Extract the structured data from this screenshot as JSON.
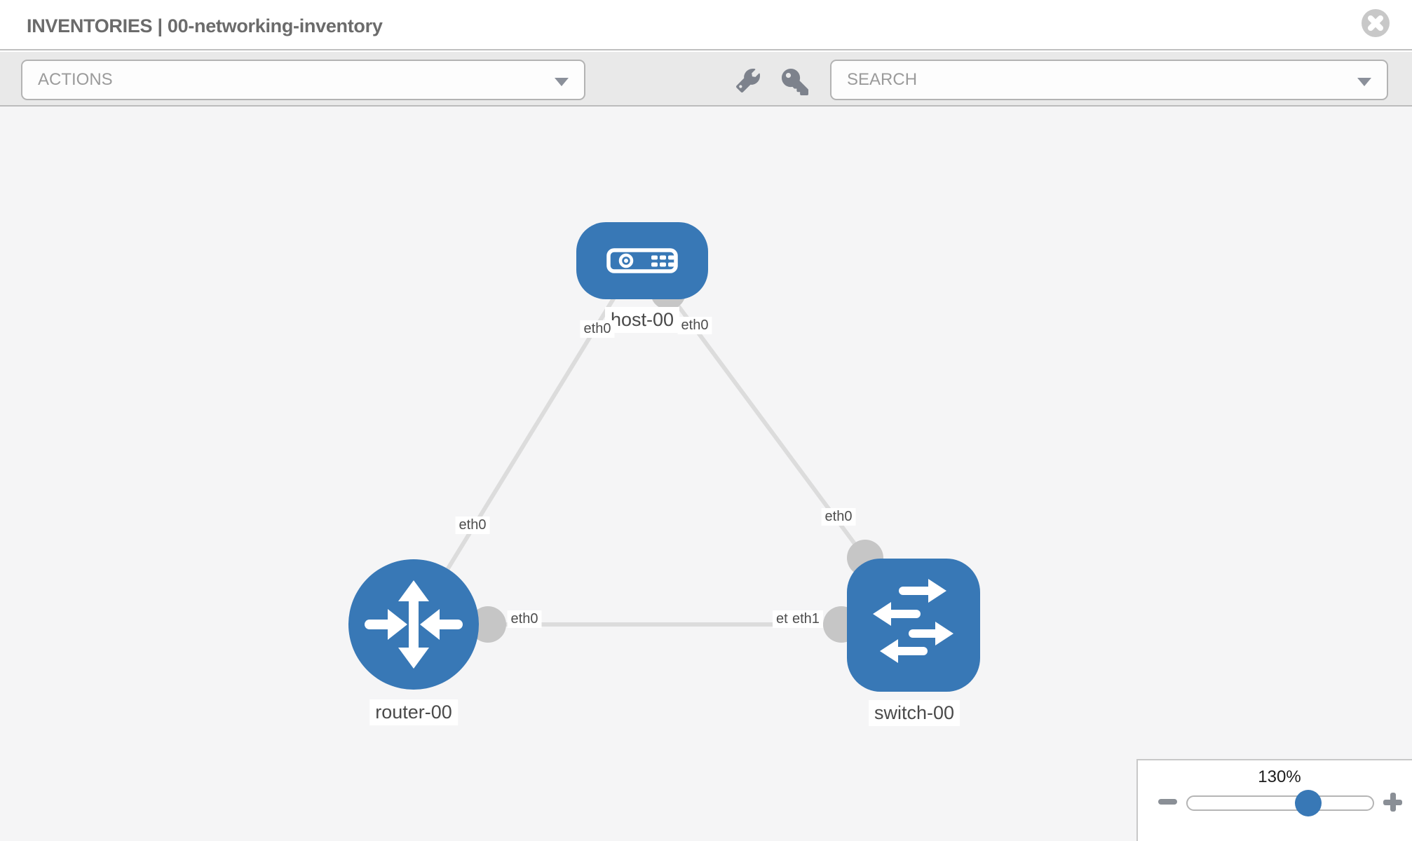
{
  "header": {
    "title": "INVENTORIES | 00-networking-inventory"
  },
  "toolbar": {
    "actions_label": "ACTIONS",
    "search_label": "SEARCH",
    "icons": [
      "wrench-icon",
      "key-icon"
    ]
  },
  "topology": {
    "nodes": [
      {
        "label": "host-00",
        "type": "host"
      },
      {
        "label": "router-00",
        "type": "router"
      },
      {
        "label": "switch-00",
        "type": "switch"
      }
    ],
    "links": [
      {
        "source": "host-00",
        "source_interface": "eth0",
        "target": "router-00",
        "target_interface": "eth0"
      },
      {
        "source": "host-00",
        "source_interface": "eth0",
        "target": "switch-00",
        "target_interface": "eth0"
      },
      {
        "source": "router-00",
        "source_interface": "eth0",
        "target": "switch-00",
        "target_interface": "eth1"
      }
    ],
    "interface_labels": {
      "host_side_left": "eth0",
      "host_side_right": "eth0",
      "router_top": "eth0",
      "router_right": "eth0",
      "switch_top": "eth0",
      "switch_left_back": "eth0",
      "switch_left_front": "eth1"
    }
  },
  "zoom_control": {
    "level": "130%"
  },
  "colors": {
    "node_blue": "#3878b6",
    "edge_gray": "#dcdcdc",
    "connector_gray": "#c6c6c6",
    "toolbar_bg": "#e9e9e9",
    "canvas_bg": "#f5f5f6",
    "icon_gray": "#7d828c"
  }
}
